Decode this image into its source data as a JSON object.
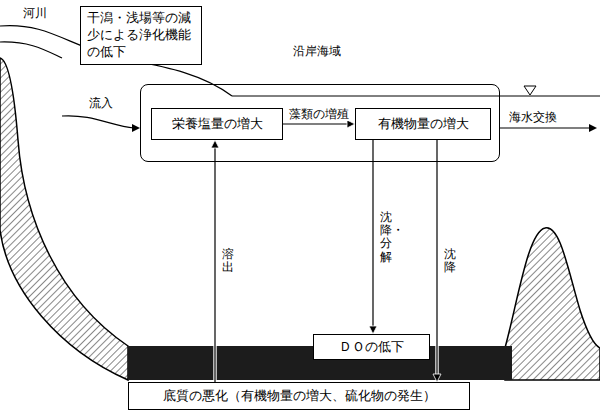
{
  "diagram": {
    "nodes": [
      {
        "text": [
          "干潟・浅場等の減少による浄化機能の低下"
        ]
      },
      {
        "text": []
      },
      {
        "text": [
          "栄養塩量の増大"
        ],
        "in": 1
      },
      {
        "text": [
          "有機物量の増大"
        ],
        "in": 1
      },
      {
        "text": [
          "ＤＯの低下"
        ]
      },
      {
        "text": [
          "底質の悪化（有機物量の増大、硫化物の発生）"
        ]
      }
    ],
    "edges": [
      {
        "from": 2,
        "to": 3,
        "arrow": "to",
        "label": "藻類の増殖"
      },
      {
        "from": 3,
        "to": 4,
        "arrow": "to",
        "label": "沈降・分解"
      },
      {
        "from": 3,
        "to": 5,
        "arrow": "to",
        "label": "沈降"
      },
      {
        "from": 5,
        "to": 2,
        "arrow": "to",
        "label": "溶出"
      }
    ],
    "labels": [
      "河川",
      "沿岸海域",
      "流入",
      "海水交換"
    ]
  }
}
